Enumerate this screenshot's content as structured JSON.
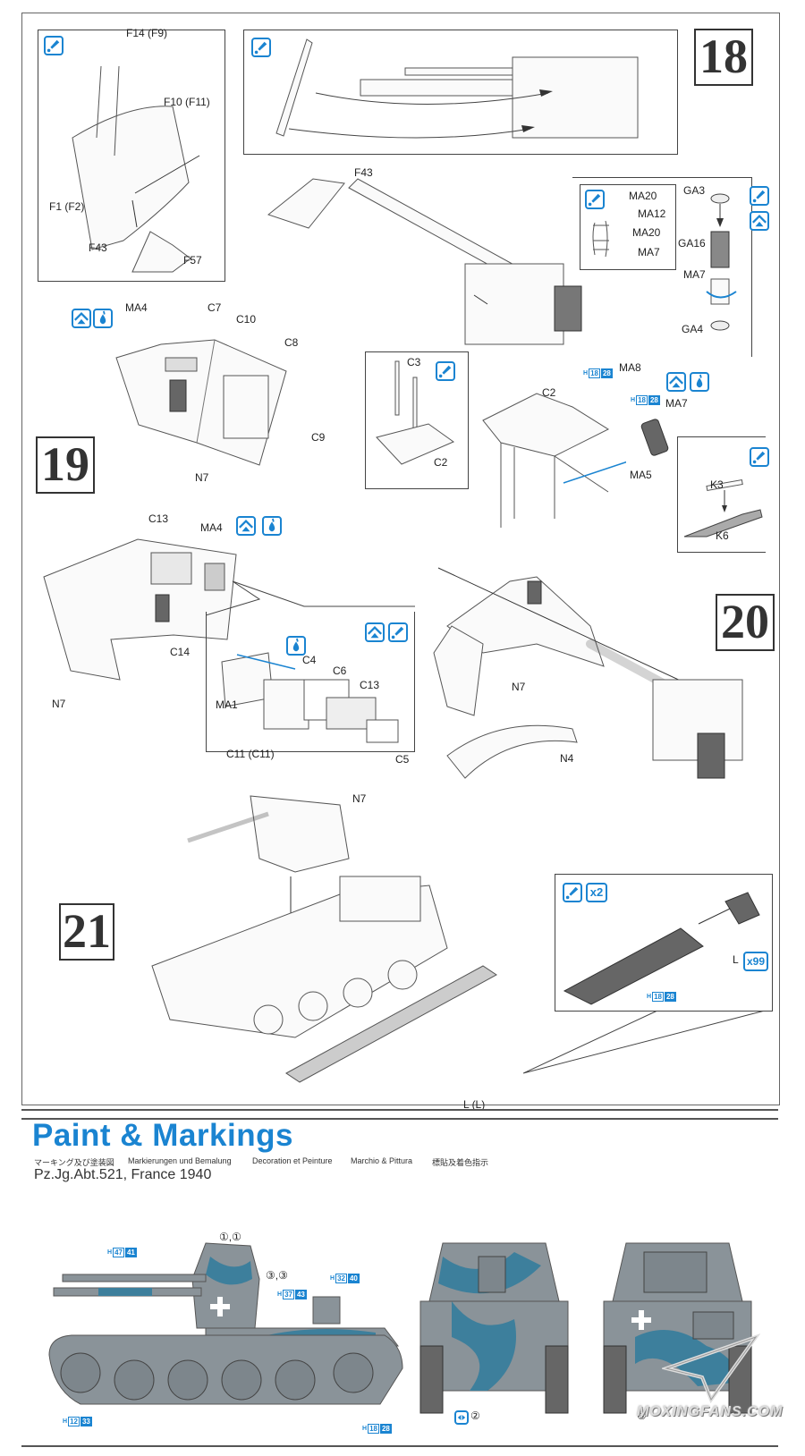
{
  "steps": {
    "s18": "18",
    "s19": "19",
    "s20": "20",
    "s21": "21"
  },
  "icons": {
    "glue": "cement-icon",
    "flip": "flip-over-icon",
    "drop": "liquid-glue-icon",
    "decal": "decal-icon"
  },
  "step18": {
    "inset_top_left": {
      "labels": [
        "F14 (F9)",
        "F10 (F11)",
        "F1 (F2)",
        "F43",
        "F57"
      ]
    },
    "main_labels": [
      "F43"
    ],
    "inset_clip": {
      "labels": [
        "MA20",
        "MA12",
        "MA20",
        "MA7"
      ]
    },
    "inset_mag": {
      "labels": [
        "GA3",
        "GA16",
        "MA7",
        "GA4"
      ]
    },
    "inset_mount": {
      "labels": [
        "C3",
        "C2"
      ]
    },
    "mount_labels": [
      "C2",
      "MA8",
      "MA7",
      "MA5"
    ],
    "inset_mg": {
      "labels": [
        "K3",
        "K6"
      ]
    },
    "paint_refs": [
      {
        "h": "18",
        "code": "28"
      },
      {
        "h": "18",
        "code": "28"
      }
    ]
  },
  "step19": {
    "upper_labels": [
      "MA4",
      "C7",
      "C10",
      "C8",
      "C9",
      "N7"
    ],
    "lower_labels": [
      "C13",
      "MA4",
      "C14",
      "N7"
    ],
    "inset_labels": [
      "C4",
      "C6",
      "C13",
      "MA1",
      "C11 (C11)",
      "C5"
    ]
  },
  "step20": {
    "labels": [
      "N7",
      "N4"
    ]
  },
  "step21": {
    "labels": [
      "N7",
      "L (L)"
    ],
    "track_inset": {
      "multiplier": "x2",
      "part": "L",
      "count": "x99",
      "paint": {
        "h": "18",
        "code": "28"
      }
    }
  },
  "paint_markings": {
    "title": "Paint & Markings",
    "subtitles": [
      "マーキング及び塗装図",
      "Markierungen und Bemalung",
      "Decoration et Peinture",
      "Marchio & Pittura",
      "標貼及着色指示"
    ],
    "unit": "Pz.Jg.Abt.521, France 1940",
    "side_callouts": [
      "①,①",
      "③,③"
    ],
    "front_callout": "②",
    "rear_callout": "③",
    "paint_refs": [
      {
        "h": "47",
        "code": "41"
      },
      {
        "h": "37",
        "code": "43"
      },
      {
        "h": "32",
        "code": "40"
      },
      {
        "h": "12",
        "code": "33"
      },
      {
        "h": "18",
        "code": "28"
      }
    ],
    "colors": {
      "base_grey": "#8a9399",
      "camo_blue": "#3d7f9c",
      "accent": "#1a84d1"
    }
  },
  "watermark": "MOXINGFANS.COM"
}
